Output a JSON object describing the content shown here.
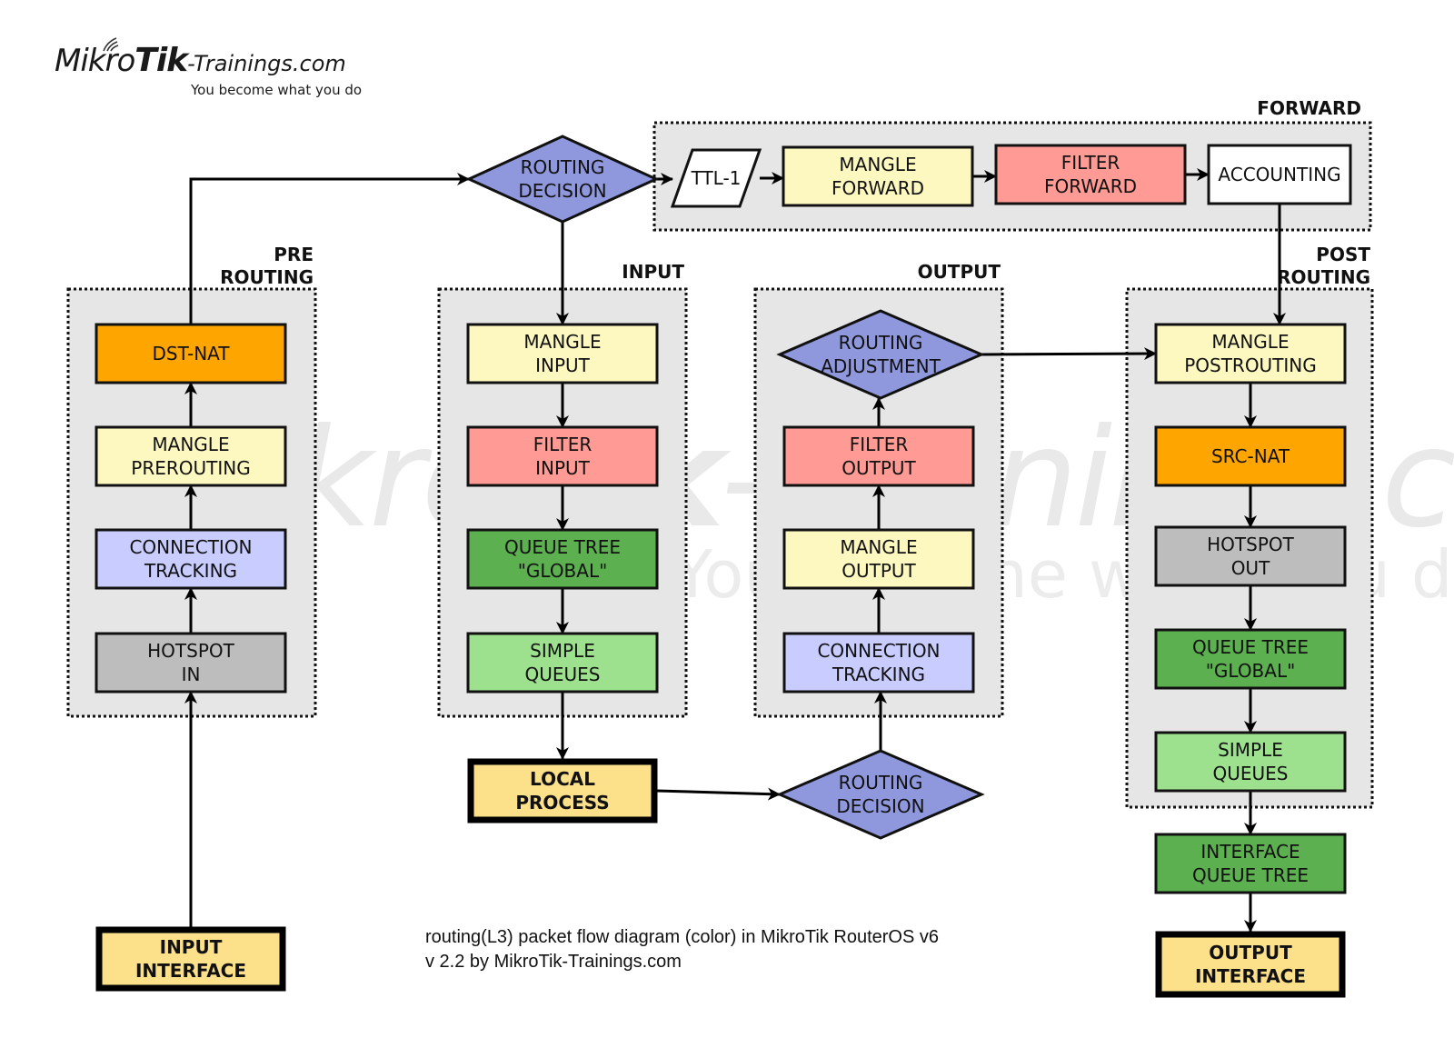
{
  "logo": {
    "brand_thin": "Mikro",
    "brand_bold": "Tik",
    "brand_suffix": "-Trainings.com",
    "tagline": "You become what you do"
  },
  "watermark": {
    "main_thin": "Mikro",
    "main_bold": "Tik",
    "main_suffix": "-Trainings.com",
    "sub": "You become what you do"
  },
  "caption": {
    "line1": "routing(L3) packet flow diagram (color) in MikroTik RouterOS v6",
    "line2": "v 2.2 by MikroTik-Trainings.com"
  },
  "colors": {
    "yellow_light": "#fdf8c0",
    "orange": "#ffa500",
    "blue_light": "#c8ccff",
    "gray": "#bdbdbd",
    "red_light": "#ff9a94",
    "green_dark": "#5cb050",
    "green_light": "#9de08e",
    "interface_gold": "#fde08a",
    "diamond_blue": "#8f98dd",
    "group_bg": "#e6e6e6",
    "white": "#ffffff"
  },
  "groups": [
    {
      "id": "prerouting",
      "label": [
        "PRE",
        "ROUTING"
      ]
    },
    {
      "id": "input",
      "label": [
        "INPUT"
      ]
    },
    {
      "id": "output",
      "label": [
        "OUTPUT"
      ]
    },
    {
      "id": "forward",
      "label": [
        "FORWARD"
      ]
    },
    {
      "id": "postrouting",
      "label": [
        "POST",
        "ROUTING"
      ]
    }
  ],
  "nodes": [
    {
      "id": "input-interface",
      "shape": "terminal",
      "color": "interface_gold",
      "lines": [
        "INPUT",
        "INTERFACE"
      ]
    },
    {
      "id": "hotspot-in",
      "shape": "box",
      "color": "gray",
      "lines": [
        "HOTSPOT",
        "IN"
      ]
    },
    {
      "id": "connection-tracking-pre",
      "shape": "box",
      "color": "blue_light",
      "lines": [
        "CONNECTION",
        "TRACKING"
      ]
    },
    {
      "id": "mangle-prerouting",
      "shape": "box",
      "color": "yellow_light",
      "lines": [
        "MANGLE",
        "PREROUTING"
      ]
    },
    {
      "id": "dst-nat",
      "shape": "box",
      "color": "orange",
      "lines": [
        "DST-NAT"
      ]
    },
    {
      "id": "routing-decision-1",
      "shape": "diamond",
      "color": "diamond_blue",
      "lines": [
        "ROUTING",
        "DECISION"
      ]
    },
    {
      "id": "ttl-1",
      "shape": "parallelogram",
      "color": "white",
      "lines": [
        "TTL-1"
      ]
    },
    {
      "id": "mangle-forward",
      "shape": "box",
      "color": "yellow_light",
      "lines": [
        "MANGLE",
        "FORWARD"
      ]
    },
    {
      "id": "filter-forward",
      "shape": "box",
      "color": "red_light",
      "lines": [
        "FILTER",
        "FORWARD"
      ]
    },
    {
      "id": "accounting",
      "shape": "box",
      "color": "white",
      "lines": [
        "ACCOUNTING"
      ]
    },
    {
      "id": "mangle-input",
      "shape": "box",
      "color": "yellow_light",
      "lines": [
        "MANGLE",
        "INPUT"
      ]
    },
    {
      "id": "filter-input",
      "shape": "box",
      "color": "red_light",
      "lines": [
        "FILTER",
        "INPUT"
      ]
    },
    {
      "id": "queue-tree-global-input",
      "shape": "box",
      "color": "green_dark",
      "lines": [
        "QUEUE TREE",
        "\"GLOBAL\""
      ]
    },
    {
      "id": "simple-queues-input",
      "shape": "box",
      "color": "green_light",
      "lines": [
        "SIMPLE",
        "QUEUES"
      ]
    },
    {
      "id": "local-process",
      "shape": "terminal",
      "color": "interface_gold",
      "lines": [
        "LOCAL",
        "PROCESS"
      ]
    },
    {
      "id": "routing-decision-2",
      "shape": "diamond",
      "color": "diamond_blue",
      "lines": [
        "ROUTING",
        "DECISION"
      ]
    },
    {
      "id": "connection-tracking-out",
      "shape": "box",
      "color": "blue_light",
      "lines": [
        "CONNECTION",
        "TRACKING"
      ]
    },
    {
      "id": "mangle-output",
      "shape": "box",
      "color": "yellow_light",
      "lines": [
        "MANGLE",
        "OUTPUT"
      ]
    },
    {
      "id": "filter-output",
      "shape": "box",
      "color": "red_light",
      "lines": [
        "FILTER",
        "OUTPUT"
      ]
    },
    {
      "id": "routing-adjustment",
      "shape": "diamond",
      "color": "diamond_blue",
      "lines": [
        "ROUTING",
        "ADJUSTMENT"
      ]
    },
    {
      "id": "mangle-postrouting",
      "shape": "box",
      "color": "yellow_light",
      "lines": [
        "MANGLE",
        "POSTROUTING"
      ]
    },
    {
      "id": "src-nat",
      "shape": "box",
      "color": "orange",
      "lines": [
        "SRC-NAT"
      ]
    },
    {
      "id": "hotspot-out",
      "shape": "box",
      "color": "gray",
      "lines": [
        "HOTSPOT",
        "OUT"
      ]
    },
    {
      "id": "queue-tree-global-post",
      "shape": "box",
      "color": "green_dark",
      "lines": [
        "QUEUE TREE",
        "\"GLOBAL\""
      ]
    },
    {
      "id": "simple-queues-post",
      "shape": "box",
      "color": "green_light",
      "lines": [
        "SIMPLE",
        "QUEUES"
      ]
    },
    {
      "id": "interface-queue-tree",
      "shape": "box",
      "color": "green_dark",
      "lines": [
        "INTERFACE",
        "QUEUE TREE"
      ]
    },
    {
      "id": "output-interface",
      "shape": "terminal",
      "color": "interface_gold",
      "lines": [
        "OUTPUT",
        "INTERFACE"
      ]
    }
  ],
  "edges": [
    {
      "from": "input-interface",
      "to": "hotspot-in"
    },
    {
      "from": "hotspot-in",
      "to": "connection-tracking-pre"
    },
    {
      "from": "connection-tracking-pre",
      "to": "mangle-prerouting"
    },
    {
      "from": "mangle-prerouting",
      "to": "dst-nat"
    },
    {
      "from": "dst-nat",
      "to": "routing-decision-1"
    },
    {
      "from": "routing-decision-1",
      "to": "ttl-1"
    },
    {
      "from": "ttl-1",
      "to": "mangle-forward"
    },
    {
      "from": "mangle-forward",
      "to": "filter-forward"
    },
    {
      "from": "filter-forward",
      "to": "accounting"
    },
    {
      "from": "accounting",
      "to": "mangle-postrouting"
    },
    {
      "from": "routing-decision-1",
      "to": "mangle-input"
    },
    {
      "from": "mangle-input",
      "to": "filter-input"
    },
    {
      "from": "filter-input",
      "to": "queue-tree-global-input"
    },
    {
      "from": "queue-tree-global-input",
      "to": "simple-queues-input"
    },
    {
      "from": "simple-queues-input",
      "to": "local-process"
    },
    {
      "from": "local-process",
      "to": "routing-decision-2"
    },
    {
      "from": "routing-decision-2",
      "to": "connection-tracking-out"
    },
    {
      "from": "connection-tracking-out",
      "to": "mangle-output"
    },
    {
      "from": "mangle-output",
      "to": "filter-output"
    },
    {
      "from": "filter-output",
      "to": "routing-adjustment"
    },
    {
      "from": "routing-adjustment",
      "to": "mangle-postrouting"
    },
    {
      "from": "mangle-postrouting",
      "to": "src-nat"
    },
    {
      "from": "src-nat",
      "to": "hotspot-out"
    },
    {
      "from": "hotspot-out",
      "to": "queue-tree-global-post"
    },
    {
      "from": "queue-tree-global-post",
      "to": "simple-queues-post"
    },
    {
      "from": "simple-queues-post",
      "to": "interface-queue-tree"
    },
    {
      "from": "interface-queue-tree",
      "to": "output-interface"
    }
  ]
}
